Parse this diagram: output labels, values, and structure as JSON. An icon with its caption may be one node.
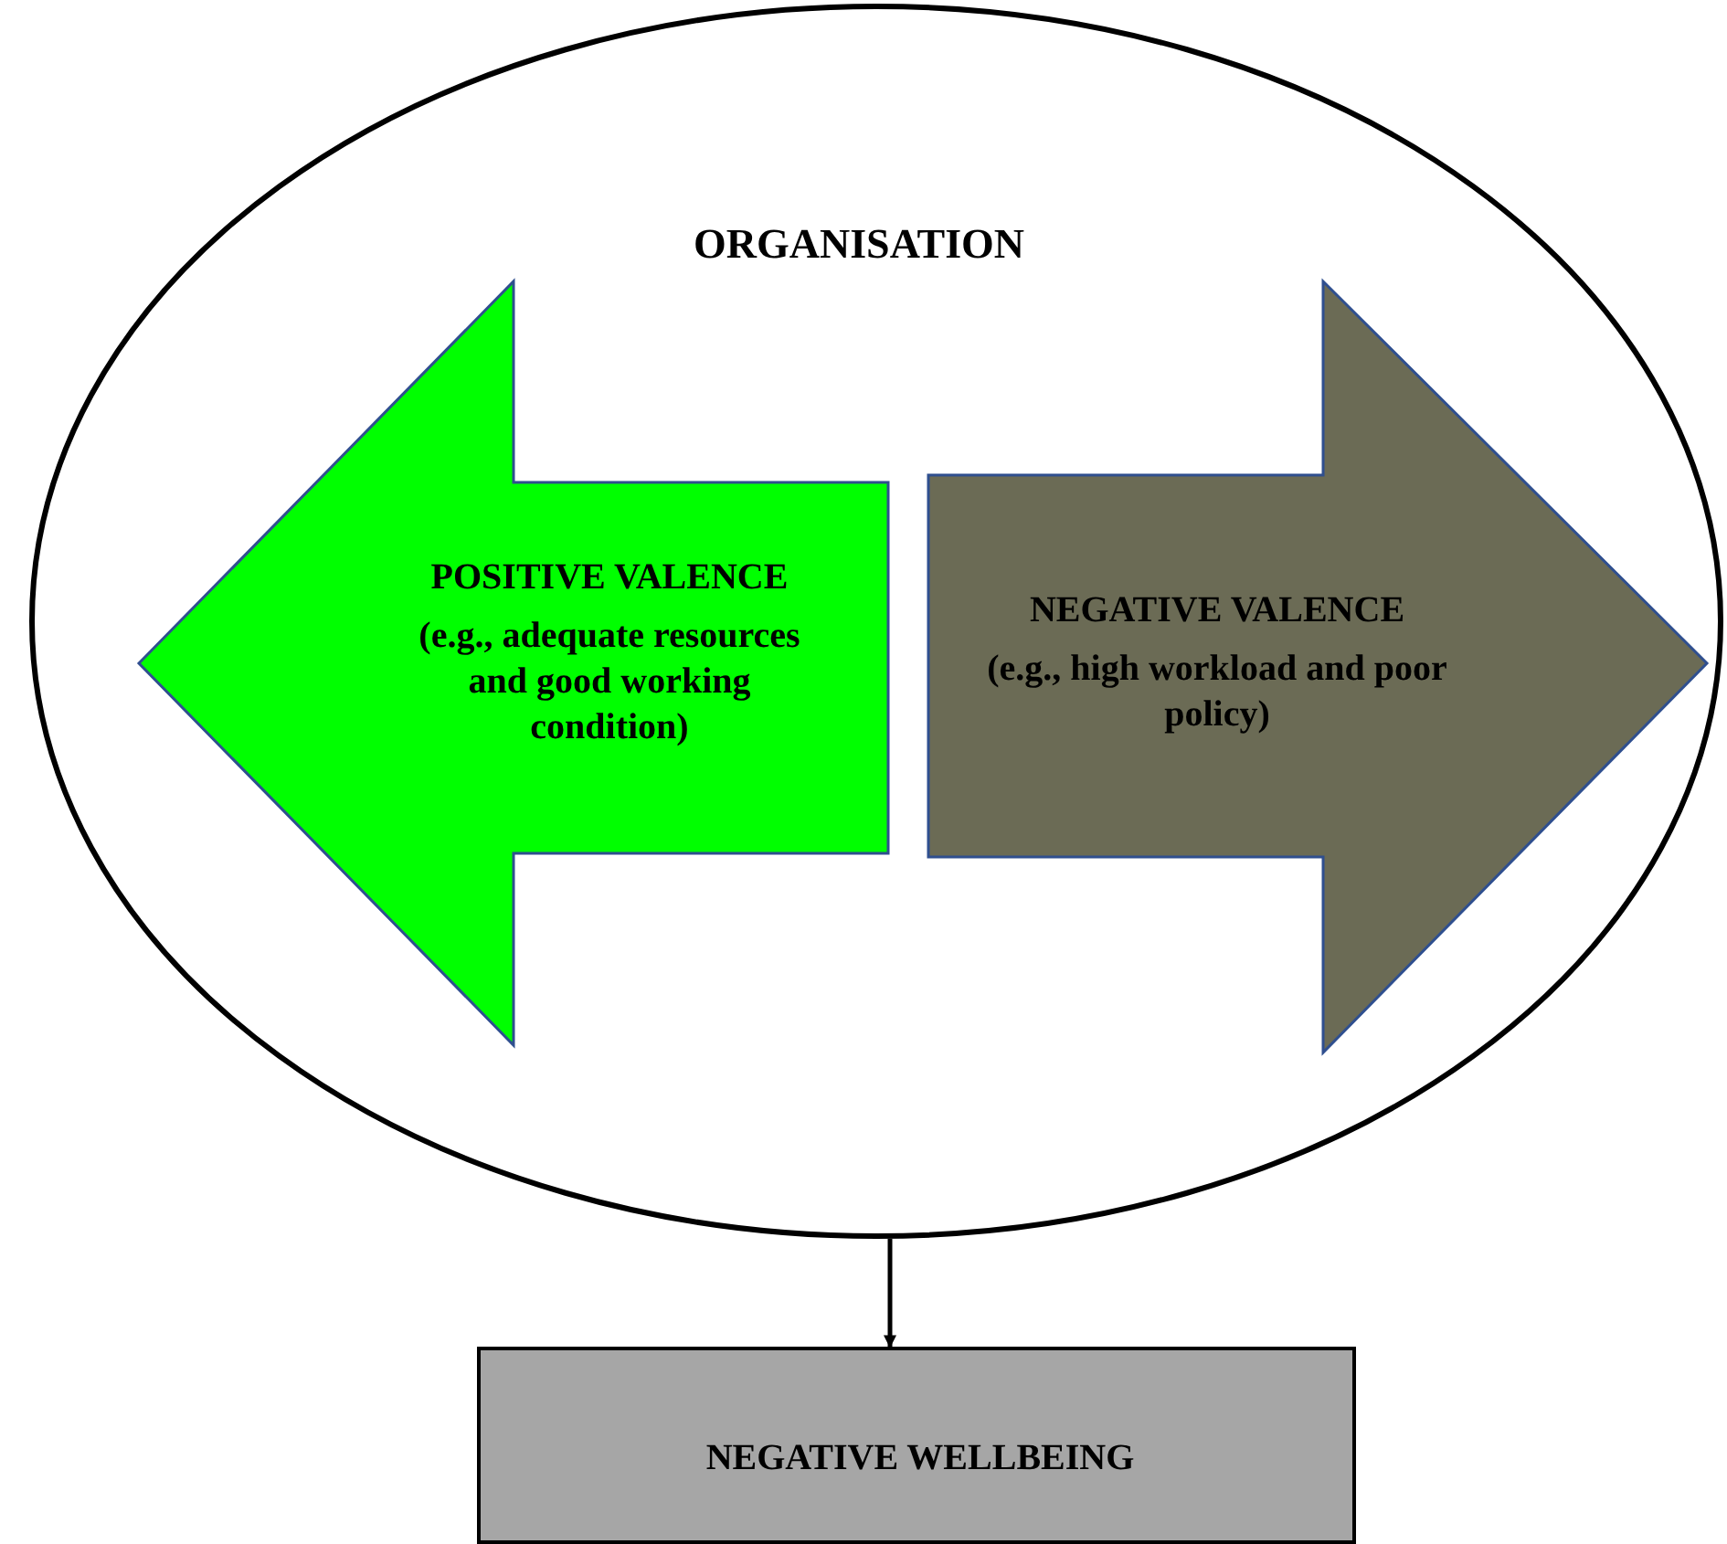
{
  "diagram": {
    "nodes": [
      {
        "text": [
          "ORGANISATION"
        ]
      },
      {
        "text": [
          "POSITIVE VALENCE",
          "(e.g., adequate resources and good working condition)"
        ],
        "in": 0
      },
      {
        "text": [
          "NEGATIVE VALENCE",
          "(e.g., high workload and poor policy)"
        ],
        "in": 0
      },
      {
        "text": [
          "NEGATIVE WELLBEING"
        ]
      }
    ],
    "edges": [
      {
        "from": 0,
        "to": 3,
        "arrow": "to"
      }
    ]
  }
}
